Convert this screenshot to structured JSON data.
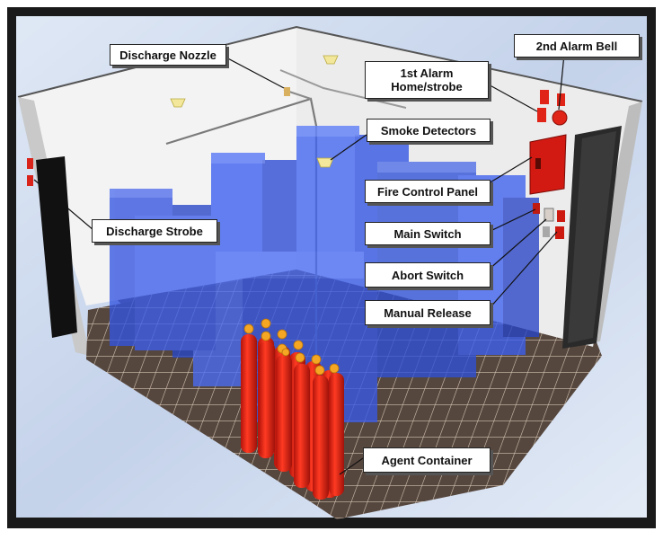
{
  "labels": {
    "discharge_nozzle": "Discharge Nozzle",
    "second_alarm_bell": "2nd Alarm Bell",
    "first_alarm_line1": "1st Alarm",
    "first_alarm_line2": "Home/strobe",
    "smoke_detectors": "Smoke Detectors",
    "fire_control_panel": "Fire Control Panel",
    "discharge_strobe": "Discharge  Strobe",
    "main_switch": "Main Switch",
    "abort_switch": "Abort Switch",
    "manual_release": "Manual Release",
    "agent_container": "Agent Container"
  },
  "colors": {
    "frame": "#1a1a1a",
    "sky": "#c9d6ea",
    "wall": "#f2f2f2",
    "floor": "#5b4a40",
    "server": "#3a5ee8",
    "cylinder": "#e8261a",
    "panel": "#d31a12"
  }
}
